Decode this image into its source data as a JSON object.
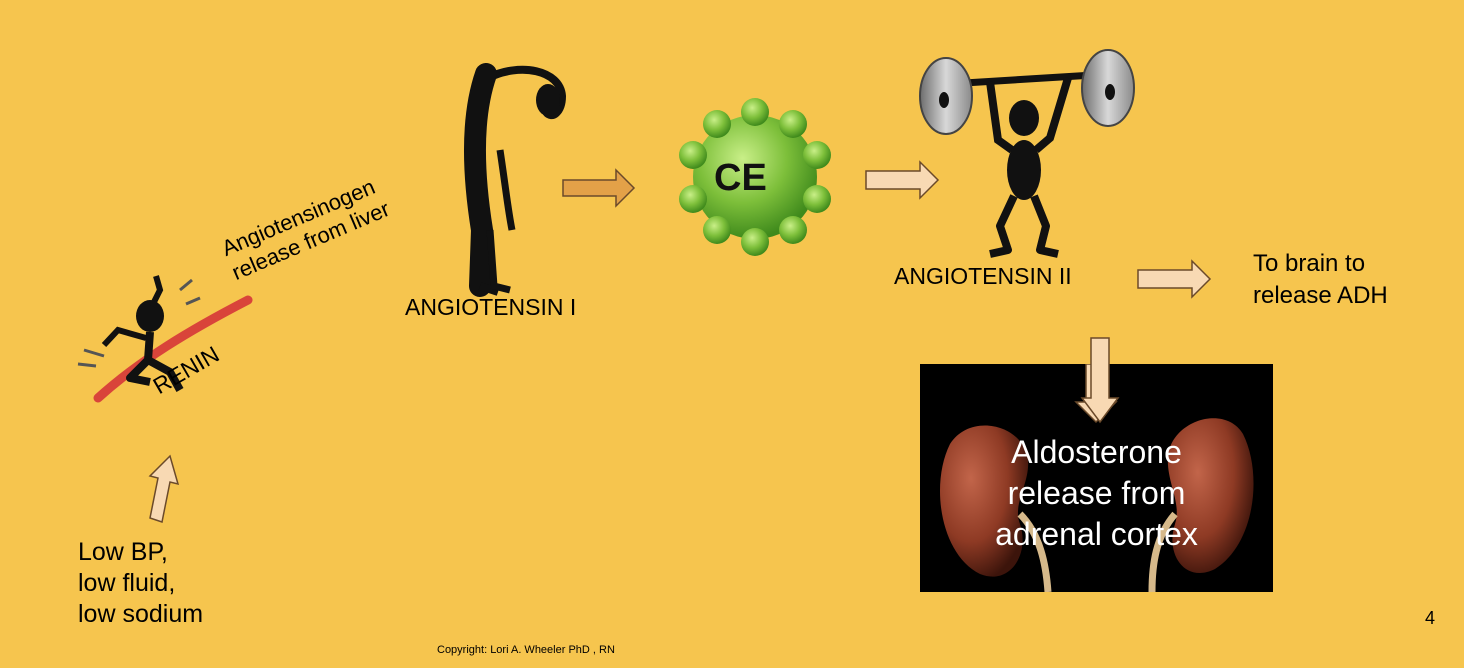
{
  "diagram": {
    "trigger_lines": [
      "Low BP,",
      "low fluid,",
      "low sodium"
    ],
    "renin_label": "RENIN",
    "angiotensinogen_lines": [
      "Angiotensinogen",
      "release from liver"
    ],
    "angiotensin1_label": "ANGIOTENSIN I",
    "enzyme_label": "CE",
    "angiotensin2_label": "ANGIOTENSIN II",
    "brain_lines": [
      "To brain to",
      "release ADH"
    ],
    "aldosterone_lines": [
      "Aldosterone",
      "release from",
      "adrenal cortex"
    ]
  },
  "footer": {
    "page_number": "4",
    "copyright": "Copyright:  Lori A. Wheeler PhD , RN"
  },
  "colors": {
    "background": "#F6C54E",
    "arrow_fill": "#F8D9B3",
    "arrow_fill_dark": "#E3A148",
    "enzyme_green": "#7DBF3A",
    "ribbon_red": "#D9443A",
    "kidney": "#8E3A24"
  }
}
